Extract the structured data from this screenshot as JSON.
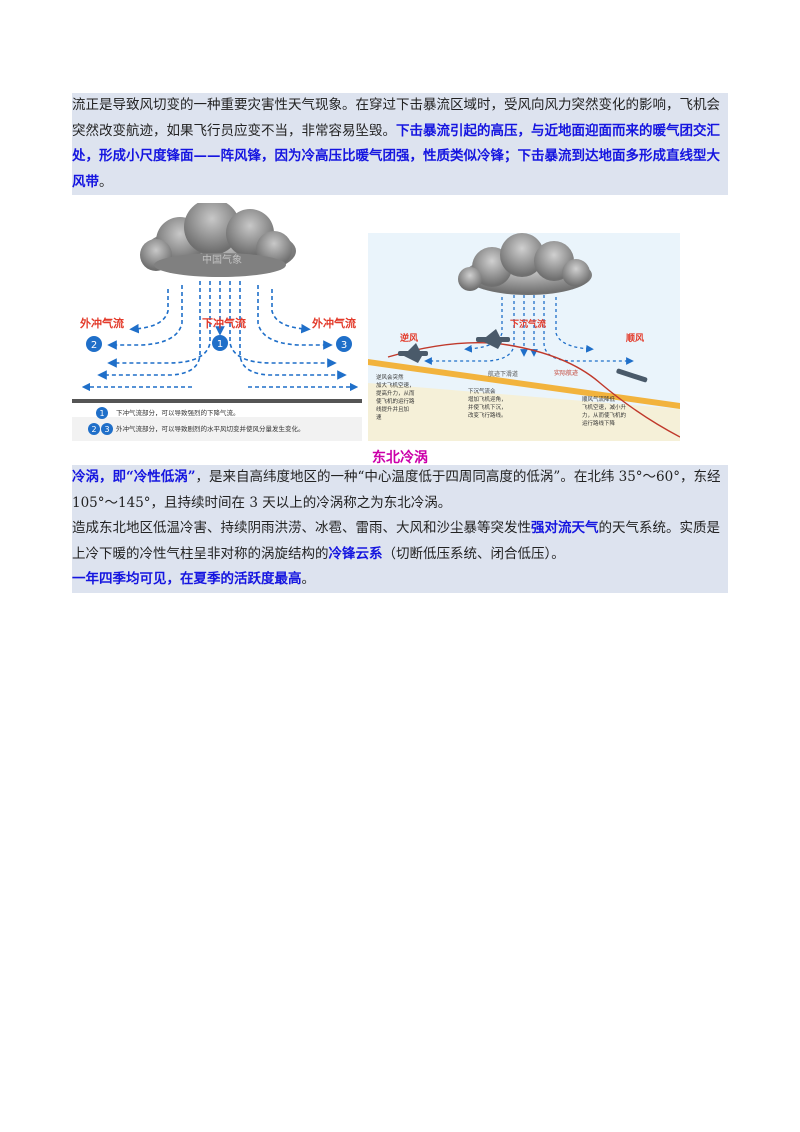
{
  "para1": {
    "t1": "流正是导致风切变的一种重要灾害性天气现象。在穿过下击暴流区域时，受风向风力突然变化的影响，飞机会突然改变航迹，如果飞行员应变不当，非常容易坠毁。",
    "t2": "下击暴流引起的高压，与近地面迎面而来的暖气团交汇处，形成小尺度锋面——阵风锋，因为冷高压比暖气团强，性质类似冷锋；下击暴流到达地面多形成直线型大风带",
    "t3": "。"
  },
  "figure1": {
    "label_left": "外冲气流",
    "label_center": "下冲气流",
    "label_right": "外冲气流",
    "legend1": "下冲气流部分，可以导致强烈的下降气流。",
    "legend2": "外冲气流部分，可以导致剧烈的水平风切变并使风分量发生变化。",
    "watermark": "中国气象",
    "num1": "1",
    "num2": "2",
    "num3": "3"
  },
  "figure2": {
    "label_left": "逆风",
    "label_center": "下沉气流",
    "label_right": "顺风",
    "note_left": [
      "逆风会突然",
      "加大飞机空速，",
      "提高升力，从而",
      "使飞机的运行路",
      "线提升并且加",
      "速"
    ],
    "note_center": [
      "下沉气流会",
      "增加飞机迎角，",
      "并使飞机下沉，",
      "改变飞行路线。"
    ],
    "note_right": [
      "顺风气流降低",
      "飞机空速，减小升",
      "力，从而使飞机的",
      "运行路线下降"
    ],
    "path_planned": "航迹下滑道",
    "path_actual": "实际航迹"
  },
  "caption": "东北冷涡",
  "para2": {
    "t1": "冷涡，即",
    "t2": "“冷性低涡”",
    "t3": "，是来自高纬度地区的一种“中心温度低于四周同高度的低涡”。在北纬 35°～60°，东经 105°～145°，且持续时间在 3 天以上的冷涡称之为东北冷涡。"
  },
  "para3": {
    "t1": "造成东北地区低温冷害、持续阴雨洪涝、冰雹、雷雨、大风和沙尘暴等突发性",
    "t2": "强对流天气",
    "t3": "的天气系统。实质是上冷下暖的冷性气柱呈非对称的涡旋结构的",
    "t4": "冷锋云系",
    "t5": "（切断低压系统、闭合低压）。"
  },
  "para4": {
    "t1": "一年四季均可见，在夏季的活跃度最高",
    "t2": "。"
  },
  "colors": {
    "highlight_text": "#1515e0",
    "caption": "#cc00aa",
    "shade": "#dde3ef",
    "arrow": "#1f6fc9"
  }
}
